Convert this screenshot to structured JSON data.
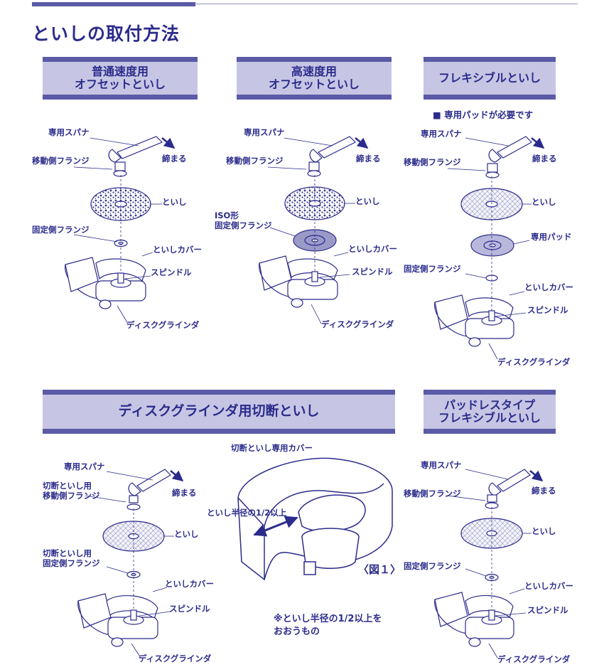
{
  "title": "といしの取付方法",
  "headers": {
    "h1": "普通速度用\nオフセットといし",
    "h2": "高速度用\nオフセットといし",
    "h3": "フレキシブルといし",
    "h4": "ディスクグラインダ用切断といし",
    "h5": "パッドレスタイプ\nフレキシブルといし"
  },
  "note_pad": "■ 専用パッドが必要です",
  "labels": {
    "spanner": "専用スパナ",
    "tighten": "締まる",
    "moving_flange": "移動側フランジ",
    "wheel": "といし",
    "fixed_flange": "固定側フランジ",
    "cover": "といしカバー",
    "spindle": "スピンドル",
    "grinder": "ディスクグラインダ",
    "iso_flange": "ISO形\n固定側フランジ",
    "pad": "専用パッド",
    "cut_moving_flange": "切断といし用\n移動側フランジ",
    "cut_fixed_flange": "切断といし用\n固定側フランジ",
    "cut_cover": "切断といし専用カバー",
    "half_radius": "といし半径の1/2以上",
    "figure": "〈図１〉",
    "cover_note": "※といし半径の1/2以上を\nおおうもの"
  },
  "colors": {
    "accent": "#2b2b8c",
    "header_bg": "#c6c6e4",
    "header_border": "#5a5aa6"
  }
}
